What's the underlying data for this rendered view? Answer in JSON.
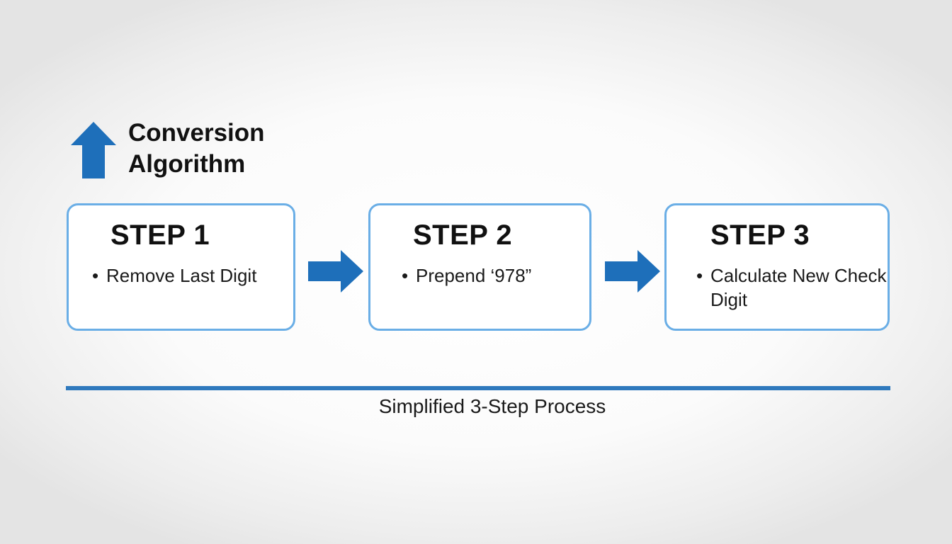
{
  "title": {
    "line1": "Conversion",
    "line2": "Algorithm",
    "icon": "up-arrow-icon"
  },
  "steps": [
    {
      "heading": "STEP 1",
      "bullet": "Remove Last Digit"
    },
    {
      "heading": "STEP 2",
      "bullet": "Prepend ‘978”"
    },
    {
      "heading": "STEP 3",
      "bullet": "Calculate New Check Digit"
    }
  ],
  "connectors": [
    {
      "icon": "right-arrow-icon"
    },
    {
      "icon": "right-arrow-icon"
    }
  ],
  "caption": "Simplified 3-Step Process",
  "colors": {
    "accent": "#1e6fba",
    "box_border": "#6aaee6",
    "divider": "#2f79bd"
  }
}
